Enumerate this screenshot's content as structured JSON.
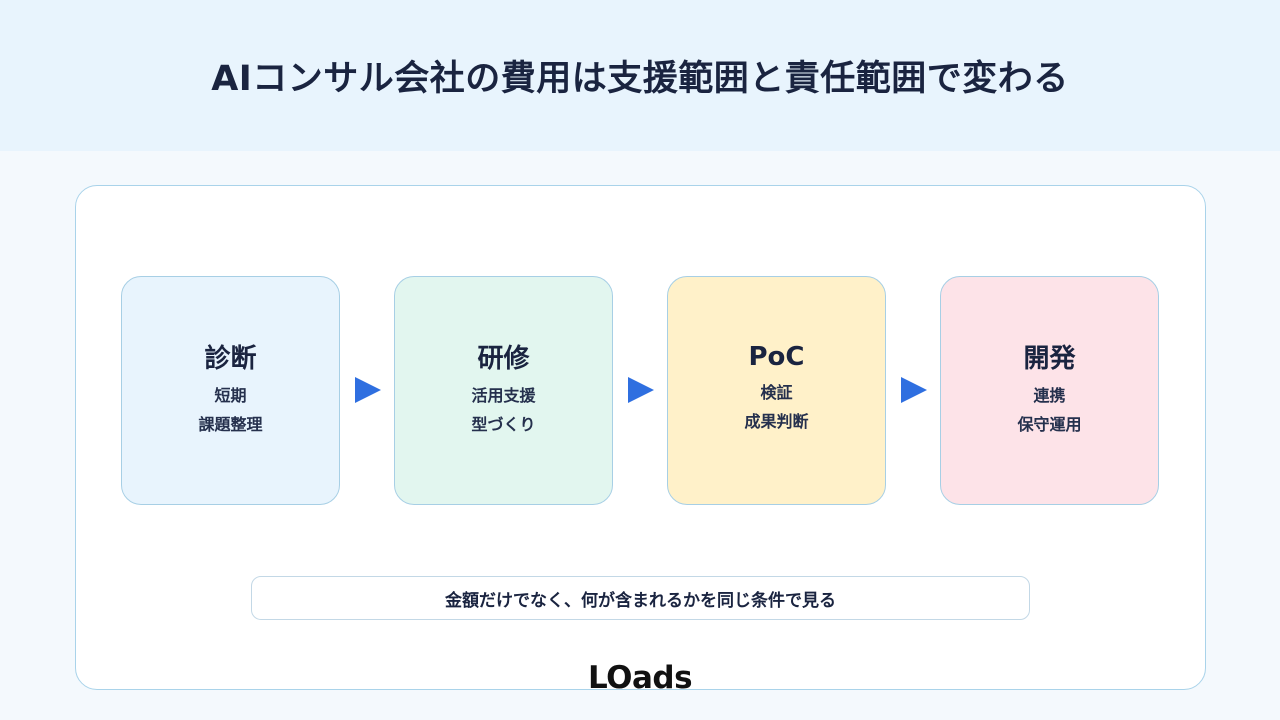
{
  "header": {
    "title": "AIコンサル会社の費用は支援範囲と責任範囲で変わる"
  },
  "steps": [
    {
      "title": "診断",
      "lines": [
        "短期",
        "課題整理"
      ],
      "color": "#e8f4fd"
    },
    {
      "title": "研修",
      "lines": [
        "活用支援",
        "型づくり"
      ],
      "color": "#e2f6ef"
    },
    {
      "title": "PoC",
      "lines": [
        "検証",
        "成果判断"
      ],
      "color": "#fff1c9"
    },
    {
      "title": "開発",
      "lines": [
        "連携",
        "保守運用"
      ],
      "color": "#fde3e8"
    }
  ],
  "arrow_color": "#2f6fe0",
  "note": {
    "text": "金額だけでなく、何が含まれるかを同じ条件で見る"
  },
  "logo": {
    "text": "LOads"
  }
}
